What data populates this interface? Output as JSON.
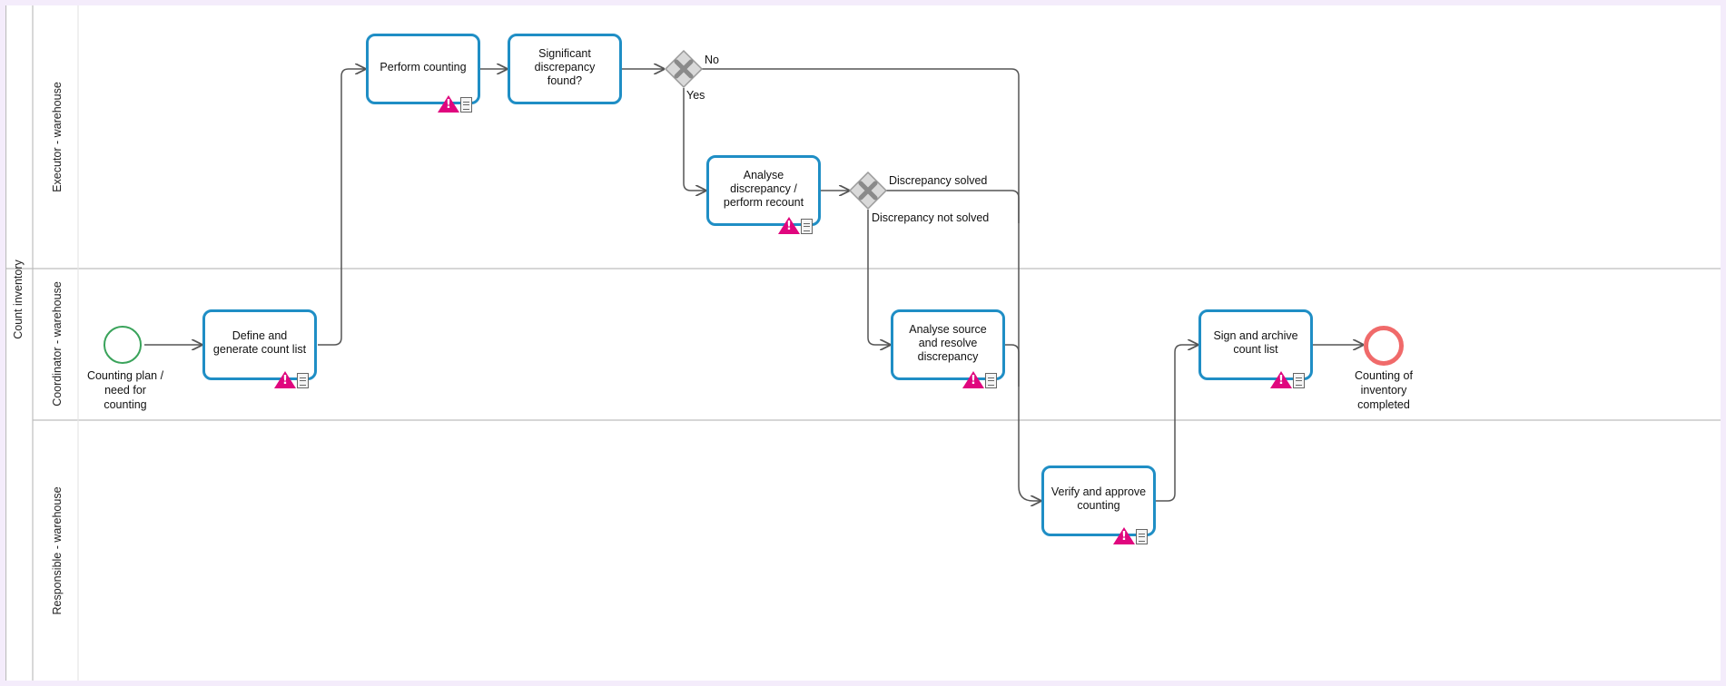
{
  "pool": {
    "label": "Count inventory"
  },
  "lanes": [
    {
      "label": "Executor - warehouse"
    },
    {
      "label": "Coordinator - warehouse"
    },
    {
      "label": "Responsible - warehouse"
    }
  ],
  "events": {
    "start": {
      "label": "Counting plan / need for counting"
    },
    "end": {
      "label": "Counting of inventory completed"
    }
  },
  "tasks": {
    "perform_counting": {
      "label": "Perform counting"
    },
    "significant_discrepancy": {
      "label": "Significant discrepancy found?"
    },
    "analyse_discrepancy": {
      "label": "Analyse discrepancy / perform recount"
    },
    "define_count_list": {
      "label": "Define and generate count list"
    },
    "analyse_source": {
      "label": "Analyse source and resolve discrepancy"
    },
    "sign_archive": {
      "label": "Sign and archive count list"
    },
    "verify_approve": {
      "label": "Verify and approve counting"
    }
  },
  "flow_labels": {
    "no": "No",
    "yes": "Yes",
    "discrepancy_solved": "Discrepancy solved",
    "discrepancy_not_solved": "Discrepancy not solved"
  },
  "colors": {
    "task_border": "#1f8ec5",
    "start_event": "#3aa35b",
    "end_event": "#f06a6a",
    "warning_marker": "#e0067e",
    "gateway_fill": "#d9d9d9",
    "flow_line": "#555555"
  },
  "icons": {
    "task_markers": [
      "warning-triangle-icon",
      "document-icon"
    ],
    "gateway": "exclusive-gateway-x-icon"
  }
}
